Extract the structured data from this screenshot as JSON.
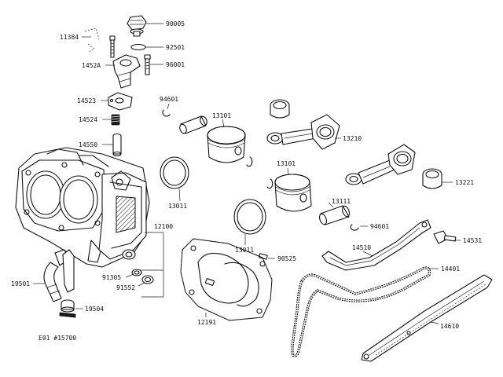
{
  "labels": {
    "p90005": "90005",
    "p11384": "11384",
    "p92501": "92501",
    "p1452A": "1452A",
    "p96001": "96001",
    "p94601a": "94601",
    "p14523": "14523",
    "p13101a": "13101",
    "p14524": "14524",
    "p13210": "13210",
    "p14550": "14550",
    "p13101b": "13101",
    "p13011a": "13011",
    "p13221": "13221",
    "p13111": "13111",
    "p12100": "12100",
    "p94601b": "94601",
    "p14531": "14531",
    "p13011b": "13011",
    "p14510": "14510",
    "p90525": "90525",
    "p14401": "14401",
    "p91305": "91305",
    "p91552": "91552",
    "p19501": "19501",
    "p19504": "19504",
    "p12191": "12191",
    "p14610": "14610"
  },
  "diagram_code": "E01 #15700"
}
